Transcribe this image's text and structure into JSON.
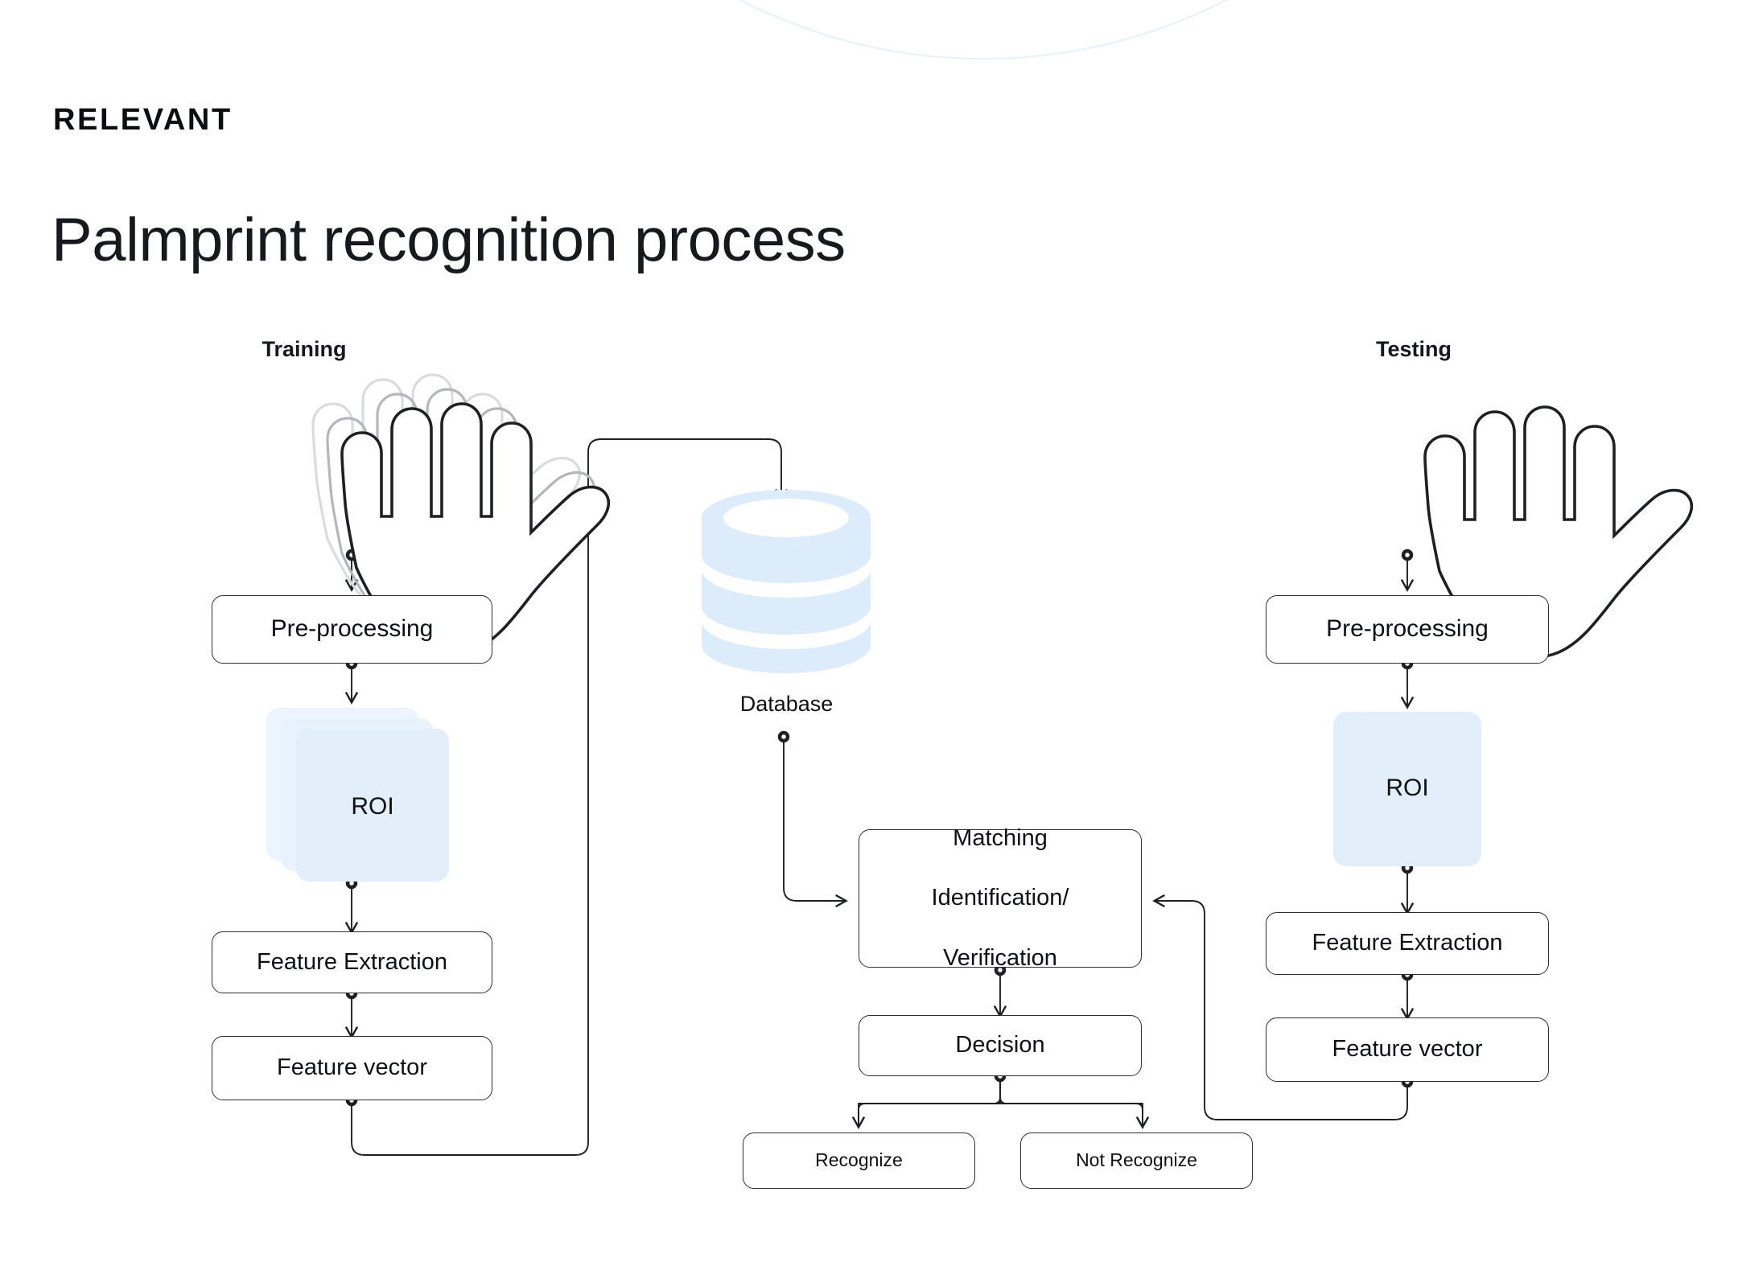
{
  "brand": {
    "name": "RELEVANT"
  },
  "page": {
    "title": "Palmprint recognition process"
  },
  "columns": {
    "training": {
      "heading": "Training"
    },
    "testing": {
      "heading": "Testing"
    }
  },
  "training_flow": {
    "input_icon": "hand-stack-icon",
    "steps": [
      {
        "id": "pre-processing",
        "label": "Pre-processing"
      },
      {
        "id": "roi",
        "label": "ROI"
      },
      {
        "id": "feature-extraction",
        "label": "Feature Extraction"
      },
      {
        "id": "feature-vector",
        "label": "Feature vector"
      }
    ]
  },
  "testing_flow": {
    "input_icon": "hand-icon",
    "steps": [
      {
        "id": "pre-processing",
        "label": "Pre-processing"
      },
      {
        "id": "roi",
        "label": "ROI"
      },
      {
        "id": "feature-extraction",
        "label": "Feature Extraction"
      },
      {
        "id": "feature-vector",
        "label": "Feature vector"
      }
    ]
  },
  "center_flow": {
    "database": {
      "icon": "database-icon",
      "label": "Database"
    },
    "matching": {
      "line1": "Matching",
      "line2": "Identification/",
      "line3": "Verification"
    },
    "decision": {
      "label": "Decision"
    },
    "outcomes": [
      {
        "id": "recognize",
        "label": "Recognize"
      },
      {
        "id": "not-recognize",
        "label": "Not Recognize"
      }
    ]
  },
  "colors": {
    "accent_light": "#e2effb",
    "stroke": "#2b2f33",
    "text": "#0e1114",
    "background": "#ffffff",
    "arc": "#e7f1fb"
  }
}
